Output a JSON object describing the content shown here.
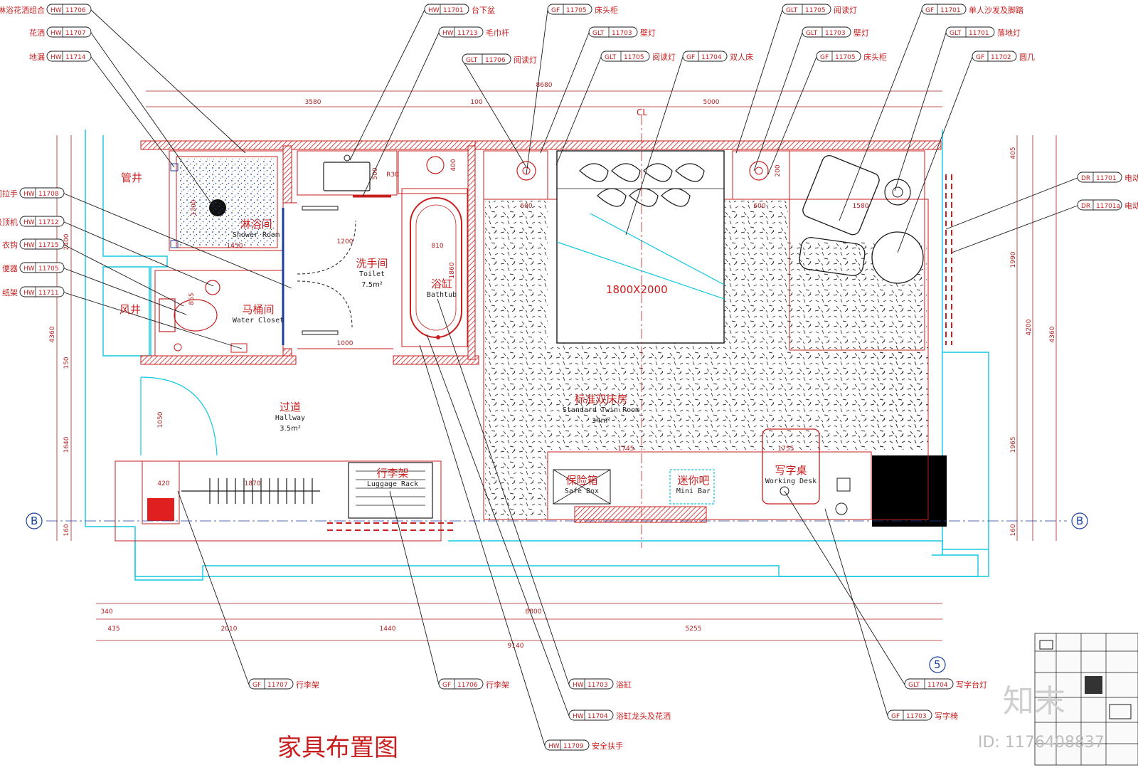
{
  "drawing_title": "家具布置图",
  "image_id": "ID: 1176408837",
  "logo": "知末",
  "axis_labels": {
    "left_b": "B",
    "right_b": "B",
    "grid_5": "5"
  },
  "bed_size": "1800X2000",
  "centerline": "CL",
  "rooms": [
    {
      "id": "shaft-pipe",
      "cn": "管井",
      "en": "",
      "area": ""
    },
    {
      "id": "shaft-air",
      "cn": "风井",
      "en": "",
      "area": ""
    },
    {
      "id": "shower",
      "cn": "淋浴间",
      "en": "Shower Room",
      "area": ""
    },
    {
      "id": "water-closet",
      "cn": "马桶间",
      "en": "Water Closet",
      "area": ""
    },
    {
      "id": "toilet",
      "cn": "洗手间",
      "en": "Toilet",
      "area": "7.5m²"
    },
    {
      "id": "bathtub",
      "cn": "浴缸",
      "en": "Bathtub",
      "area": ""
    },
    {
      "id": "hallway",
      "cn": "过道",
      "en": "Hallway",
      "area": "3.5m²"
    },
    {
      "id": "luggage",
      "cn": "行李架",
      "en": "Luggage Rack",
      "area": ""
    },
    {
      "id": "bedroom",
      "cn": "标准双床房",
      "en": "Standard Twin Room",
      "area": "34m²"
    },
    {
      "id": "safe",
      "cn": "保险箱",
      "en": "Safe Box",
      "area": ""
    },
    {
      "id": "minibar",
      "cn": "迷你吧",
      "en": "Mini Bar",
      "area": ""
    },
    {
      "id": "desk",
      "cn": "写字桌",
      "en": "Working Desk",
      "area": ""
    }
  ],
  "tags_top": [
    {
      "code": "HW",
      "num": "11706",
      "label": "淋浴花洒组合"
    },
    {
      "code": "HW",
      "num": "11707",
      "label": "花洒"
    },
    {
      "code": "HW",
      "num": "11714",
      "label": "地漏"
    },
    {
      "code": "HW",
      "num": "11701",
      "label": "台下盆"
    },
    {
      "code": "HW",
      "num": "11713",
      "label": "毛巾杆"
    },
    {
      "code": "GLT",
      "num": "11706",
      "label": "阅读灯"
    },
    {
      "code": "GF",
      "num": "11705",
      "label": "床头柜"
    },
    {
      "code": "GLT",
      "num": "11703",
      "label": "壁灯"
    },
    {
      "code": "GLT",
      "num": "11705",
      "label": "阅读灯"
    },
    {
      "code": "GF",
      "num": "11704",
      "label": "双人床"
    },
    {
      "code": "GLT",
      "num": "11705",
      "label": "阅读灯"
    },
    {
      "code": "GLT",
      "num": "11703",
      "label": "壁灯"
    },
    {
      "code": "GF",
      "num": "11705",
      "label": "床头柜"
    },
    {
      "code": "GF",
      "num": "11701",
      "label": "单人沙发及脚踏"
    },
    {
      "code": "GLT",
      "num": "11701",
      "label": "落地灯"
    },
    {
      "code": "GF",
      "num": "11702",
      "label": "圆几"
    }
  ],
  "tags_left": [
    {
      "code": "HW",
      "num": "11708",
      "label": "门拉手"
    },
    {
      "code": "HW",
      "num": "11712",
      "label": "吸顶机"
    },
    {
      "code": "HW",
      "num": "11715",
      "label": "衣钩"
    },
    {
      "code": "HW",
      "num": "11705",
      "label": "便器"
    },
    {
      "code": "HW",
      "num": "11711",
      "label": "纸架"
    }
  ],
  "tags_right": [
    {
      "code": "DR",
      "num": "11701",
      "label": "电动罗马帘"
    },
    {
      "code": "DR",
      "num": "11701a",
      "label": "电动遮光帘"
    }
  ],
  "tags_bottom": [
    {
      "code": "GF",
      "num": "11707",
      "label": "行李架"
    },
    {
      "code": "GF",
      "num": "11706",
      "label": "行李架"
    },
    {
      "code": "HW",
      "num": "11703",
      "label": "浴缸"
    },
    {
      "code": "HW",
      "num": "11704",
      "label": "浴缸龙头及花洒"
    },
    {
      "code": "HW",
      "num": "11709",
      "label": "安全扶手"
    },
    {
      "code": "GLT",
      "num": "11704",
      "label": "写字台灯"
    },
    {
      "code": "GF",
      "num": "11703",
      "label": "写字椅"
    }
  ],
  "dims_top": {
    "total": "8680",
    "left": "3580",
    "mid": "100",
    "right": "5000"
  },
  "dims_bottom": {
    "d1": "340",
    "d2": "8800",
    "d3": "435",
    "d4": "2010",
    "d5": "1440",
    "d6": "5255",
    "total": "9140"
  },
  "dims_left": {
    "outer": "4360",
    "a": "2400",
    "b": "150",
    "c": "1640",
    "d": "160"
  },
  "dims_right": {
    "outer": "4360",
    "inner": "4200",
    "a": "405",
    "b": "1990",
    "c": "1965",
    "d": "160"
  },
  "dims_inner": [
    "1300",
    "1450",
    "855",
    "1200",
    "R30",
    "500",
    "400",
    "810",
    "1860",
    "1000",
    "600",
    "600",
    "1580",
    "200",
    "1050",
    "420",
    "1870",
    "1745",
    "1755"
  ]
}
